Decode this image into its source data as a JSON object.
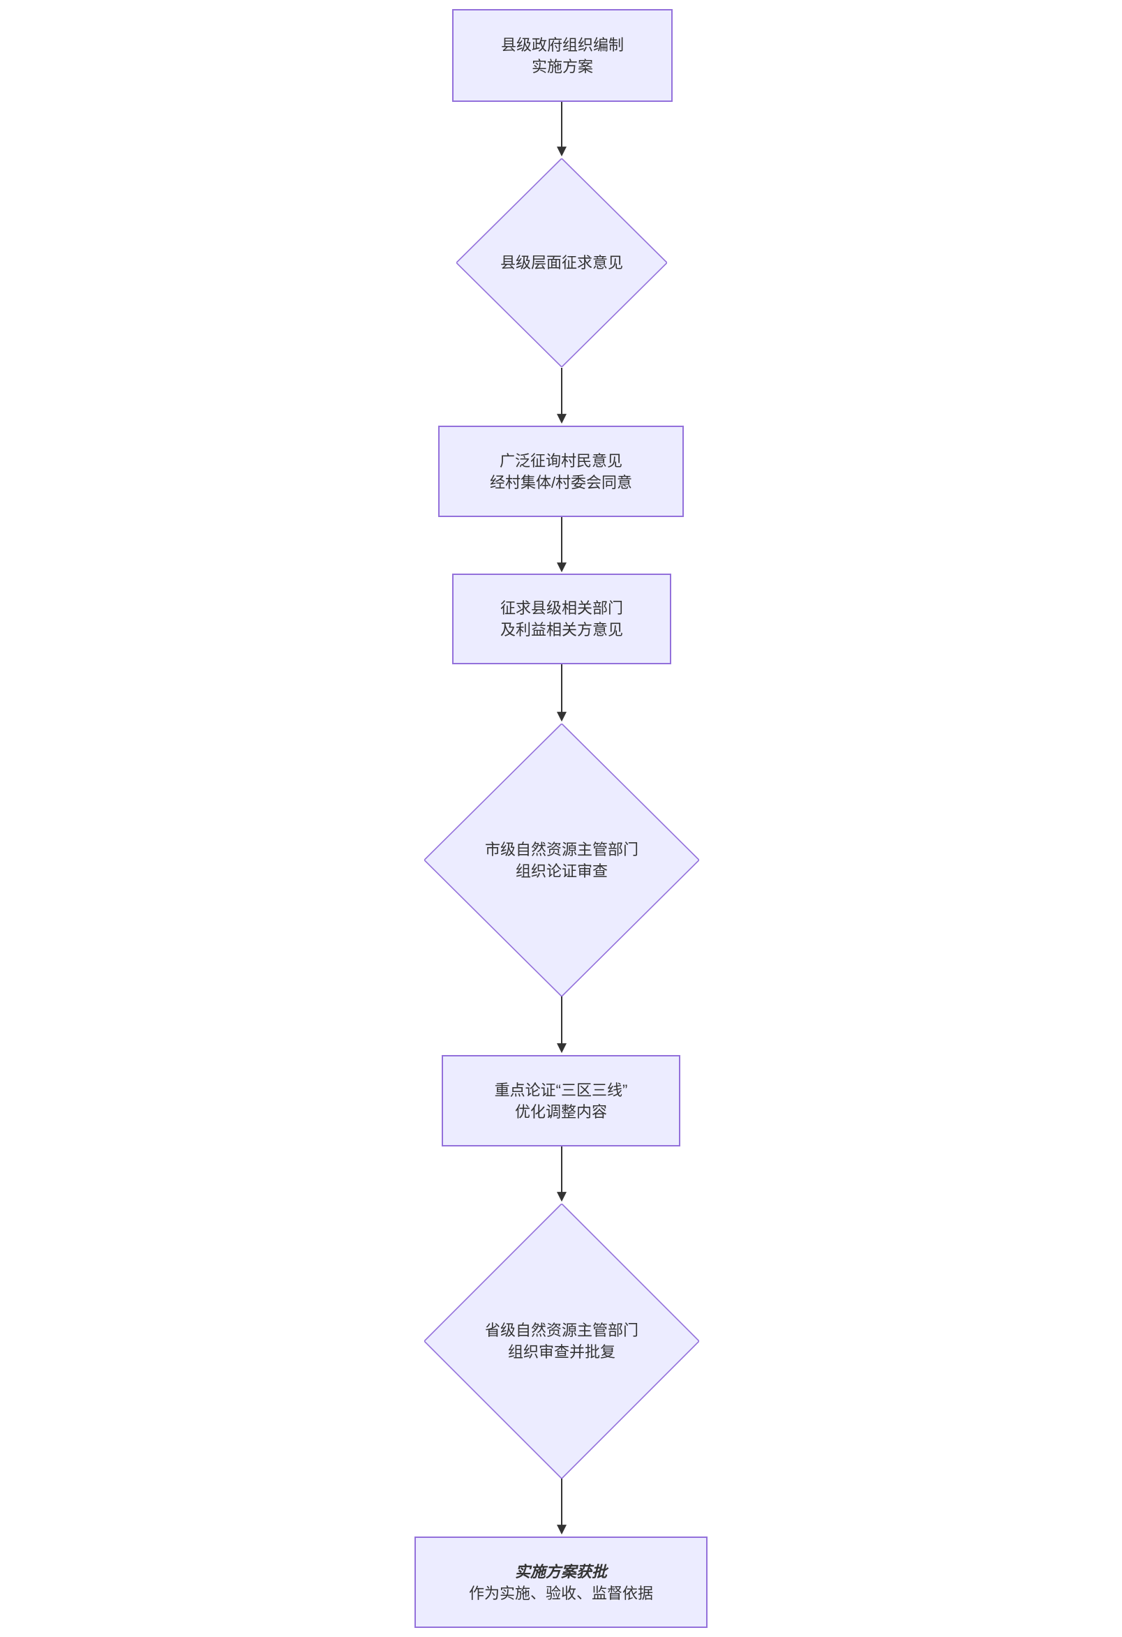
{
  "flowchart": {
    "type": "vertical-flowchart",
    "colors": {
      "node_fill": "#ECECFF",
      "node_border": "#9370DB",
      "edge_stroke": "#333333",
      "text": "#333333",
      "background": "#ffffff"
    },
    "nodes": [
      {
        "id": "A",
        "shape": "rect",
        "lines": [
          "县级政府组织编制",
          "实施方案"
        ]
      },
      {
        "id": "B",
        "shape": "diamond",
        "lines": [
          "县级层面征求意见"
        ]
      },
      {
        "id": "C",
        "shape": "rect",
        "lines": [
          "广泛征询村民意见",
          "经村集体/村委会同意"
        ]
      },
      {
        "id": "D",
        "shape": "rect",
        "lines": [
          "征求县级相关部门",
          "及利益相关方意见"
        ]
      },
      {
        "id": "E",
        "shape": "diamond",
        "lines": [
          "市级自然资源主管部门",
          "组织论证审查"
        ]
      },
      {
        "id": "F",
        "shape": "rect",
        "lines": [
          "重点论证“三区三线”",
          "优化调整内容"
        ]
      },
      {
        "id": "G",
        "shape": "diamond",
        "lines": [
          "省级自然资源主管部门",
          "组织审查并批复"
        ]
      },
      {
        "id": "H",
        "shape": "rect",
        "lines": [
          "实施方案获批",
          "作为实施、验收、监督依据"
        ]
      }
    ],
    "edges": [
      {
        "from": "A",
        "to": "B"
      },
      {
        "from": "B",
        "to": "C"
      },
      {
        "from": "C",
        "to": "D"
      },
      {
        "from": "D",
        "to": "E"
      },
      {
        "from": "E",
        "to": "F"
      },
      {
        "from": "F",
        "to": "G"
      },
      {
        "from": "G",
        "to": "H"
      }
    ]
  }
}
